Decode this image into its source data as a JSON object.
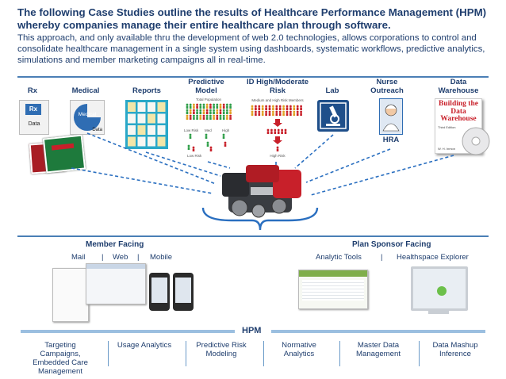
{
  "heading": "The following Case Studies outline the results of Healthcare Performance Management (HPM) whereby companies manage their entire healthcare plan through software.",
  "intro": "This approach, and only available thru the development of web 2.0 technologies, allows corporations to control and consolidate healthcare management in a single system using dashboards, systematic workflows, predictive analytics, simulations and member marketing campaigns all in real-time.",
  "sources": [
    {
      "label": "Rx"
    },
    {
      "label": "Medical"
    },
    {
      "label": "Reports"
    },
    {
      "label": "Predictive Model"
    },
    {
      "label": "ID High/Moderate Risk"
    },
    {
      "label": "Lab"
    },
    {
      "label": "Nurse Outreach"
    },
    {
      "label": "Data Warehouse"
    }
  ],
  "thumbnails": {
    "rx_card": "Rx",
    "rx_card_sub": "Data",
    "medical_card": "Medical",
    "medical_card_sub": "Data",
    "risk_header": "Medium and High Risk Members",
    "risk_footer": "High Risk",
    "pm_header": "Total Population",
    "pm_low": "Low Risk",
    "pm_med": "Med",
    "pm_high": "High",
    "pm_bottom": "Low Risk",
    "hra": "HRA",
    "book_title": "Building the Data Warehouse",
    "book_edition": "Third Edition",
    "book_author": "W. H. Inmon"
  },
  "member_facing": {
    "title": "Member Facing",
    "links": [
      "Mail",
      "|",
      "Web",
      "|",
      "Mobile"
    ]
  },
  "plan_sponsor": {
    "title": "Plan Sponsor Facing",
    "links": [
      "Analytic Tools",
      "|",
      "Healthspace Explorer"
    ]
  },
  "hpm_label": "HPM",
  "capabilities": [
    "Targeting Campaigns, Embedded Care Management",
    "Usage Analytics",
    "Predictive Risk Modeling",
    "Normative Analytics",
    "Master Data Management",
    "Data Mashup Inference"
  ],
  "colors": {
    "text": "#1f3e6e",
    "rule": "#4a7fb5",
    "dash": "#2a6fc0",
    "engine_red": "#c8202a"
  }
}
